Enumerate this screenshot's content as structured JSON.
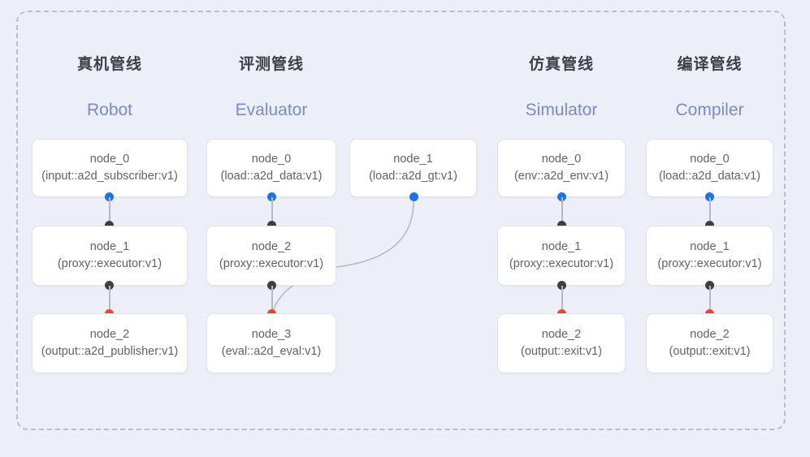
{
  "diagram": {
    "frame": {
      "style": "dashed-rounded-rectangle"
    },
    "columns": [
      {
        "id": "robot",
        "title_cn": "真机管线",
        "title_en": "Robot",
        "nodes": [
          {
            "name": "node_0",
            "type": "(input::a2d_subscriber:v1)",
            "out_port": "blue"
          },
          {
            "name": "node_1",
            "type": "(proxy::executor:v1)",
            "in_port": "black",
            "out_port": "black"
          },
          {
            "name": "node_2",
            "type": "(output::a2d_publisher:v1)",
            "in_port": "red"
          }
        ]
      },
      {
        "id": "evaluator",
        "title_cn": "评测管线",
        "title_en": "Evaluator",
        "nodes": [
          {
            "name": "node_0",
            "type": "(load::a2d_data:v1)",
            "out_port": "blue"
          },
          {
            "name": "node_1",
            "type": "(load::a2d_gt:v1)",
            "out_port": "blue"
          },
          {
            "name": "node_2",
            "type": "(proxy::executor:v1)",
            "in_port": "black",
            "out_port": "black"
          },
          {
            "name": "node_3",
            "type": "(eval::a2d_eval:v1)",
            "in_port": "red"
          }
        ]
      },
      {
        "id": "simulator",
        "title_cn": "仿真管线",
        "title_en": "Simulator",
        "nodes": [
          {
            "name": "node_0",
            "type": "(env::a2d_env:v1)",
            "out_port": "blue"
          },
          {
            "name": "node_1",
            "type": "(proxy::executor:v1)",
            "in_port": "black",
            "out_port": "black"
          },
          {
            "name": "node_2",
            "type": "(output::exit:v1)",
            "in_port": "red"
          }
        ]
      },
      {
        "id": "compiler",
        "title_cn": "编译管线",
        "title_en": "Compiler",
        "nodes": [
          {
            "name": "node_0",
            "type": "(load::a2d_data:v1)",
            "out_port": "blue"
          },
          {
            "name": "node_1",
            "type": "(proxy::executor:v1)",
            "in_port": "black",
            "out_port": "black"
          },
          {
            "name": "node_2",
            "type": "(output::exit:v1)",
            "in_port": "red"
          }
        ]
      }
    ],
    "colors": {
      "background": "#eceff8",
      "node_fill": "#ffffff",
      "node_border": "#e2e4ea",
      "title_cn": "#3c4043",
      "title_en": "#7b8ac4",
      "node_text": "#5f6368",
      "port_blue": "#1a73e8",
      "port_black": "#3c4043",
      "port_red": "#ea4335",
      "edge": "#b5b9c4",
      "frame_border": "#b9bec9"
    }
  }
}
